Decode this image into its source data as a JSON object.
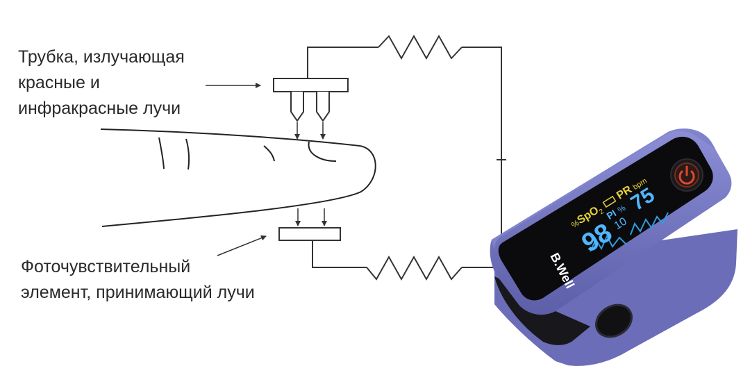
{
  "labels": {
    "emitter": [
      "Трубка, излучающая",
      "красные и",
      "инфракрасные лучи"
    ],
    "receiver": [
      "Фоточувствительный",
      "элемент, принимающий лучи"
    ]
  },
  "device": {
    "brand": "B.Well",
    "display": {
      "spo2_unit": "%",
      "spo2_label": "SpO",
      "spo2_sub": "2",
      "pr_label": "PR",
      "pr_unit": "bpm",
      "pi_label": "PI",
      "pi_unit": "%",
      "spo2_value": "98",
      "pi_value": "10",
      "pr_value": "75"
    },
    "power_icon": "power-icon",
    "colors": {
      "body": "#7c7ec8",
      "screen": "#0b0b0d",
      "spo2_text": "#e6d23a",
      "value_text": "#4fb6ff",
      "power_ring": "#d23a2a"
    }
  }
}
